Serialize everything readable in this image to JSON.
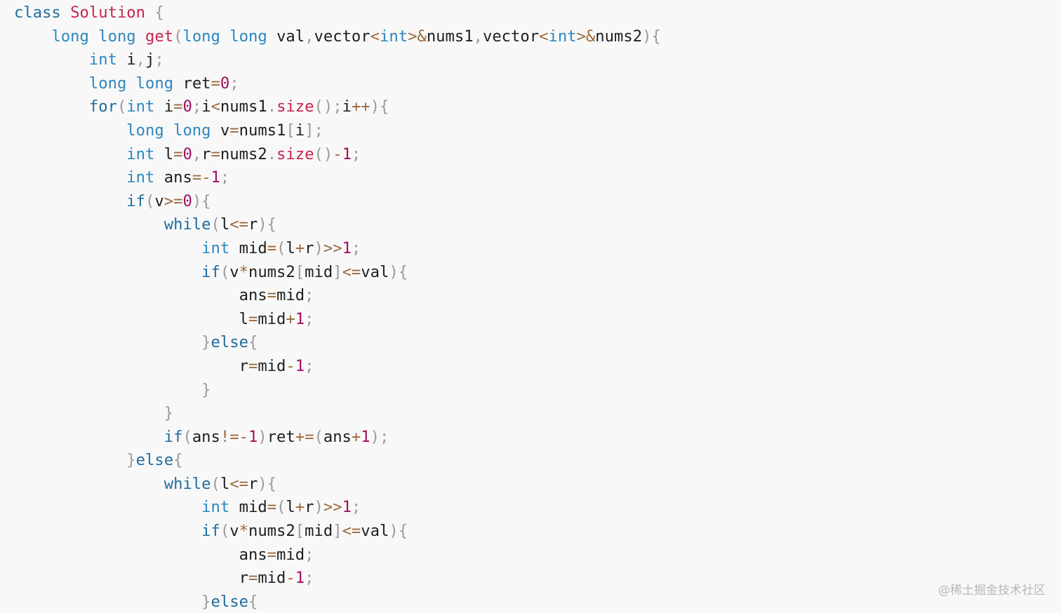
{
  "colors": {
    "background": "#f8f8f8",
    "keyword": "#1f6d9e",
    "type": "#2c87bf",
    "title": "#c7254e",
    "number": "#a1105e",
    "operator": "#9b6a3b",
    "punctuation": "#9a9a9a",
    "identifier": "#1e1e1e"
  },
  "code": {
    "lines": [
      [
        [
          "kw",
          "class"
        ],
        [
          "ws",
          " "
        ],
        [
          "title",
          "Solution"
        ],
        [
          "ws",
          " "
        ],
        [
          "punc",
          "{"
        ]
      ],
      [
        [
          "ws",
          "    "
        ],
        [
          "type",
          "long"
        ],
        [
          "ws",
          " "
        ],
        [
          "type",
          "long"
        ],
        [
          "ws",
          " "
        ],
        [
          "title",
          "get"
        ],
        [
          "punc",
          "("
        ],
        [
          "type",
          "long"
        ],
        [
          "ws",
          " "
        ],
        [
          "type",
          "long"
        ],
        [
          "ws",
          " "
        ],
        [
          "id",
          "val"
        ],
        [
          "punc",
          ","
        ],
        [
          "id",
          "vector"
        ],
        [
          "op",
          "<"
        ],
        [
          "type",
          "int"
        ],
        [
          "op",
          ">&"
        ],
        [
          "id",
          "nums1"
        ],
        [
          "punc",
          ","
        ],
        [
          "id",
          "vector"
        ],
        [
          "op",
          "<"
        ],
        [
          "type",
          "int"
        ],
        [
          "op",
          ">&"
        ],
        [
          "id",
          "nums2"
        ],
        [
          "punc",
          "){"
        ]
      ],
      [
        [
          "ws",
          "        "
        ],
        [
          "type",
          "int"
        ],
        [
          "ws",
          " "
        ],
        [
          "id",
          "i"
        ],
        [
          "punc",
          ","
        ],
        [
          "id",
          "j"
        ],
        [
          "punc",
          ";"
        ]
      ],
      [
        [
          "ws",
          "        "
        ],
        [
          "type",
          "long"
        ],
        [
          "ws",
          " "
        ],
        [
          "type",
          "long"
        ],
        [
          "ws",
          " "
        ],
        [
          "id",
          "ret"
        ],
        [
          "op",
          "="
        ],
        [
          "num",
          "0"
        ],
        [
          "punc",
          ";"
        ]
      ],
      [
        [
          "ws",
          "        "
        ],
        [
          "kw",
          "for"
        ],
        [
          "punc",
          "("
        ],
        [
          "type",
          "int"
        ],
        [
          "ws",
          " "
        ],
        [
          "id",
          "i"
        ],
        [
          "op",
          "="
        ],
        [
          "num",
          "0"
        ],
        [
          "punc",
          ";"
        ],
        [
          "id",
          "i"
        ],
        [
          "op",
          "<"
        ],
        [
          "id",
          "nums1"
        ],
        [
          "punc",
          "."
        ],
        [
          "title",
          "size"
        ],
        [
          "punc",
          "();"
        ],
        [
          "id",
          "i"
        ],
        [
          "op",
          "++"
        ],
        [
          "punc",
          "){"
        ]
      ],
      [
        [
          "ws",
          "            "
        ],
        [
          "type",
          "long"
        ],
        [
          "ws",
          " "
        ],
        [
          "type",
          "long"
        ],
        [
          "ws",
          " "
        ],
        [
          "id",
          "v"
        ],
        [
          "op",
          "="
        ],
        [
          "id",
          "nums1"
        ],
        [
          "punc",
          "["
        ],
        [
          "id",
          "i"
        ],
        [
          "punc",
          "];"
        ]
      ],
      [
        [
          "ws",
          "            "
        ],
        [
          "type",
          "int"
        ],
        [
          "ws",
          " "
        ],
        [
          "id",
          "l"
        ],
        [
          "op",
          "="
        ],
        [
          "num",
          "0"
        ],
        [
          "punc",
          ","
        ],
        [
          "id",
          "r"
        ],
        [
          "op",
          "="
        ],
        [
          "id",
          "nums2"
        ],
        [
          "punc",
          "."
        ],
        [
          "title",
          "size"
        ],
        [
          "punc",
          "()"
        ],
        [
          "op",
          "-"
        ],
        [
          "num",
          "1"
        ],
        [
          "punc",
          ";"
        ]
      ],
      [
        [
          "ws",
          "            "
        ],
        [
          "type",
          "int"
        ],
        [
          "ws",
          " "
        ],
        [
          "id",
          "ans"
        ],
        [
          "op",
          "=-"
        ],
        [
          "num",
          "1"
        ],
        [
          "punc",
          ";"
        ]
      ],
      [
        [
          "ws",
          "            "
        ],
        [
          "kw",
          "if"
        ],
        [
          "punc",
          "("
        ],
        [
          "id",
          "v"
        ],
        [
          "op",
          ">="
        ],
        [
          "num",
          "0"
        ],
        [
          "punc",
          "){"
        ]
      ],
      [
        [
          "ws",
          "                "
        ],
        [
          "kw",
          "while"
        ],
        [
          "punc",
          "("
        ],
        [
          "id",
          "l"
        ],
        [
          "op",
          "<="
        ],
        [
          "id",
          "r"
        ],
        [
          "punc",
          "){"
        ]
      ],
      [
        [
          "ws",
          "                    "
        ],
        [
          "type",
          "int"
        ],
        [
          "ws",
          " "
        ],
        [
          "id",
          "mid"
        ],
        [
          "op",
          "="
        ],
        [
          "punc",
          "("
        ],
        [
          "id",
          "l"
        ],
        [
          "op",
          "+"
        ],
        [
          "id",
          "r"
        ],
        [
          "punc",
          ")"
        ],
        [
          "op",
          ">>"
        ],
        [
          "num",
          "1"
        ],
        [
          "punc",
          ";"
        ]
      ],
      [
        [
          "ws",
          "                    "
        ],
        [
          "kw",
          "if"
        ],
        [
          "punc",
          "("
        ],
        [
          "id",
          "v"
        ],
        [
          "op",
          "*"
        ],
        [
          "id",
          "nums2"
        ],
        [
          "punc",
          "["
        ],
        [
          "id",
          "mid"
        ],
        [
          "punc",
          "]"
        ],
        [
          "op",
          "<="
        ],
        [
          "id",
          "val"
        ],
        [
          "punc",
          "){"
        ]
      ],
      [
        [
          "ws",
          "                        "
        ],
        [
          "id",
          "ans"
        ],
        [
          "op",
          "="
        ],
        [
          "id",
          "mid"
        ],
        [
          "punc",
          ";"
        ]
      ],
      [
        [
          "ws",
          "                        "
        ],
        [
          "id",
          "l"
        ],
        [
          "op",
          "="
        ],
        [
          "id",
          "mid"
        ],
        [
          "op",
          "+"
        ],
        [
          "num",
          "1"
        ],
        [
          "punc",
          ";"
        ]
      ],
      [
        [
          "ws",
          "                    "
        ],
        [
          "punc",
          "}"
        ],
        [
          "kw",
          "else"
        ],
        [
          "punc",
          "{"
        ]
      ],
      [
        [
          "ws",
          "                        "
        ],
        [
          "id",
          "r"
        ],
        [
          "op",
          "="
        ],
        [
          "id",
          "mid"
        ],
        [
          "op",
          "-"
        ],
        [
          "num",
          "1"
        ],
        [
          "punc",
          ";"
        ]
      ],
      [
        [
          "ws",
          "                    "
        ],
        [
          "punc",
          "}"
        ]
      ],
      [
        [
          "ws",
          "                "
        ],
        [
          "punc",
          "}"
        ]
      ],
      [
        [
          "ws",
          "                "
        ],
        [
          "kw",
          "if"
        ],
        [
          "punc",
          "("
        ],
        [
          "id",
          "ans"
        ],
        [
          "op",
          "!=-"
        ],
        [
          "num",
          "1"
        ],
        [
          "punc",
          ")"
        ],
        [
          "id",
          "ret"
        ],
        [
          "op",
          "+="
        ],
        [
          "punc",
          "("
        ],
        [
          "id",
          "ans"
        ],
        [
          "op",
          "+"
        ],
        [
          "num",
          "1"
        ],
        [
          "punc",
          ");"
        ]
      ],
      [
        [
          "ws",
          "            "
        ],
        [
          "punc",
          "}"
        ],
        [
          "kw",
          "else"
        ],
        [
          "punc",
          "{"
        ]
      ],
      [
        [
          "ws",
          "                "
        ],
        [
          "kw",
          "while"
        ],
        [
          "punc",
          "("
        ],
        [
          "id",
          "l"
        ],
        [
          "op",
          "<="
        ],
        [
          "id",
          "r"
        ],
        [
          "punc",
          "){"
        ]
      ],
      [
        [
          "ws",
          "                    "
        ],
        [
          "type",
          "int"
        ],
        [
          "ws",
          " "
        ],
        [
          "id",
          "mid"
        ],
        [
          "op",
          "="
        ],
        [
          "punc",
          "("
        ],
        [
          "id",
          "l"
        ],
        [
          "op",
          "+"
        ],
        [
          "id",
          "r"
        ],
        [
          "punc",
          ")"
        ],
        [
          "op",
          ">>"
        ],
        [
          "num",
          "1"
        ],
        [
          "punc",
          ";"
        ]
      ],
      [
        [
          "ws",
          "                    "
        ],
        [
          "kw",
          "if"
        ],
        [
          "punc",
          "("
        ],
        [
          "id",
          "v"
        ],
        [
          "op",
          "*"
        ],
        [
          "id",
          "nums2"
        ],
        [
          "punc",
          "["
        ],
        [
          "id",
          "mid"
        ],
        [
          "punc",
          "]"
        ],
        [
          "op",
          "<="
        ],
        [
          "id",
          "val"
        ],
        [
          "punc",
          "){"
        ]
      ],
      [
        [
          "ws",
          "                        "
        ],
        [
          "id",
          "ans"
        ],
        [
          "op",
          "="
        ],
        [
          "id",
          "mid"
        ],
        [
          "punc",
          ";"
        ]
      ],
      [
        [
          "ws",
          "                        "
        ],
        [
          "id",
          "r"
        ],
        [
          "op",
          "="
        ],
        [
          "id",
          "mid"
        ],
        [
          "op",
          "-"
        ],
        [
          "num",
          "1"
        ],
        [
          "punc",
          ";"
        ]
      ],
      [
        [
          "ws",
          "                    "
        ],
        [
          "punc",
          "}"
        ],
        [
          "kw",
          "else"
        ],
        [
          "punc",
          "{"
        ]
      ]
    ]
  },
  "watermark": "@稀土掘金技术社区"
}
